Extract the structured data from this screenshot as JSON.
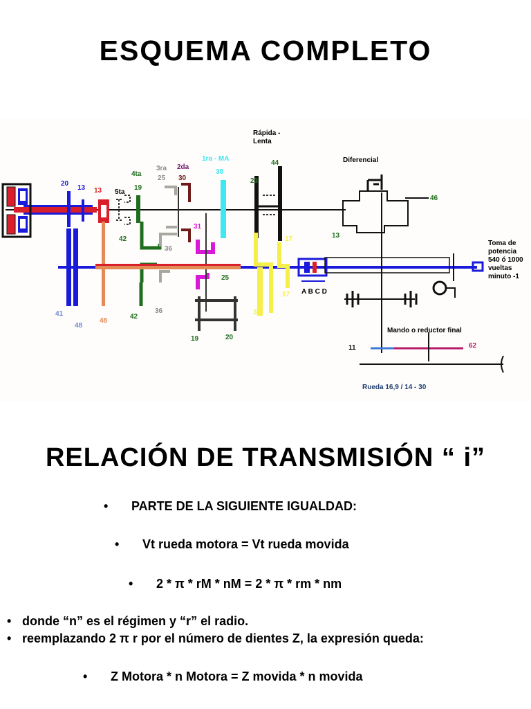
{
  "titles": {
    "main": "ESQUEMA COMPLETO",
    "relation": "RELACIÓN DE TRANSMISIÓN “ i”"
  },
  "diagram": {
    "rapida_lenta": [
      "Rápida -",
      "Lenta"
    ],
    "diferencial": "Diferencial",
    "toma_potencia": [
      "Toma de",
      "potencia",
      "540 ó 1000",
      "vueltas",
      "minuto -1"
    ],
    "mando": "Mando o reductor final",
    "rueda": "Rueda  16,9 / 14 - 30",
    "abcd": "A B C D",
    "gears": {
      "g20": "20",
      "g13a": "13",
      "g13b": "13",
      "g5ta": "5ta",
      "g4ta": "4ta",
      "g19a": "19",
      "g3ra": "3ra",
      "g25a": "25",
      "g2da": "2da",
      "g30": "30",
      "g1ra": "1ra - MA",
      "g38a": "38",
      "g23": "23",
      "g44": "44",
      "g46": "46",
      "g13c": "13",
      "g42a": "42",
      "g36a": "36",
      "g31": "31",
      "g17a": "17",
      "g41": "41",
      "g48a": "48",
      "g48b": "48",
      "g42b": "42",
      "g36b": "36",
      "g25b": "25",
      "g38b": "38",
      "g17b": "17",
      "g19b": "19",
      "g20b": "20",
      "g11": "11",
      "g62": "62"
    }
  },
  "bullets": {
    "b1": "PARTE DE LA SIGUIENTE  IGUALDAD:",
    "b2": "Vt rueda motora = Vt rueda movida",
    "b3": "2 * π * rM * nM = 2 * π * rm * nm",
    "b4": "donde “n” es el régimen y “r” el radio.",
    "b5": "reemplazando 2 π r por el número de dientes Z, la expresión queda:",
    "b6": "Z Motora * n Motora  =  Z movida * n movida"
  },
  "colors": {
    "blue": "#1a1adb",
    "red": "#d9202a",
    "orange": "#e38a56",
    "green": "#1f6e1f",
    "grey": "#a8a8a0",
    "maroon": "#6e1a1a",
    "cyan": "#3ee8f2",
    "magenta": "#d81ad8",
    "yellow": "#f5ef4a",
    "darkpink": "#b81a68",
    "lightblue": "#3a7ad9"
  }
}
